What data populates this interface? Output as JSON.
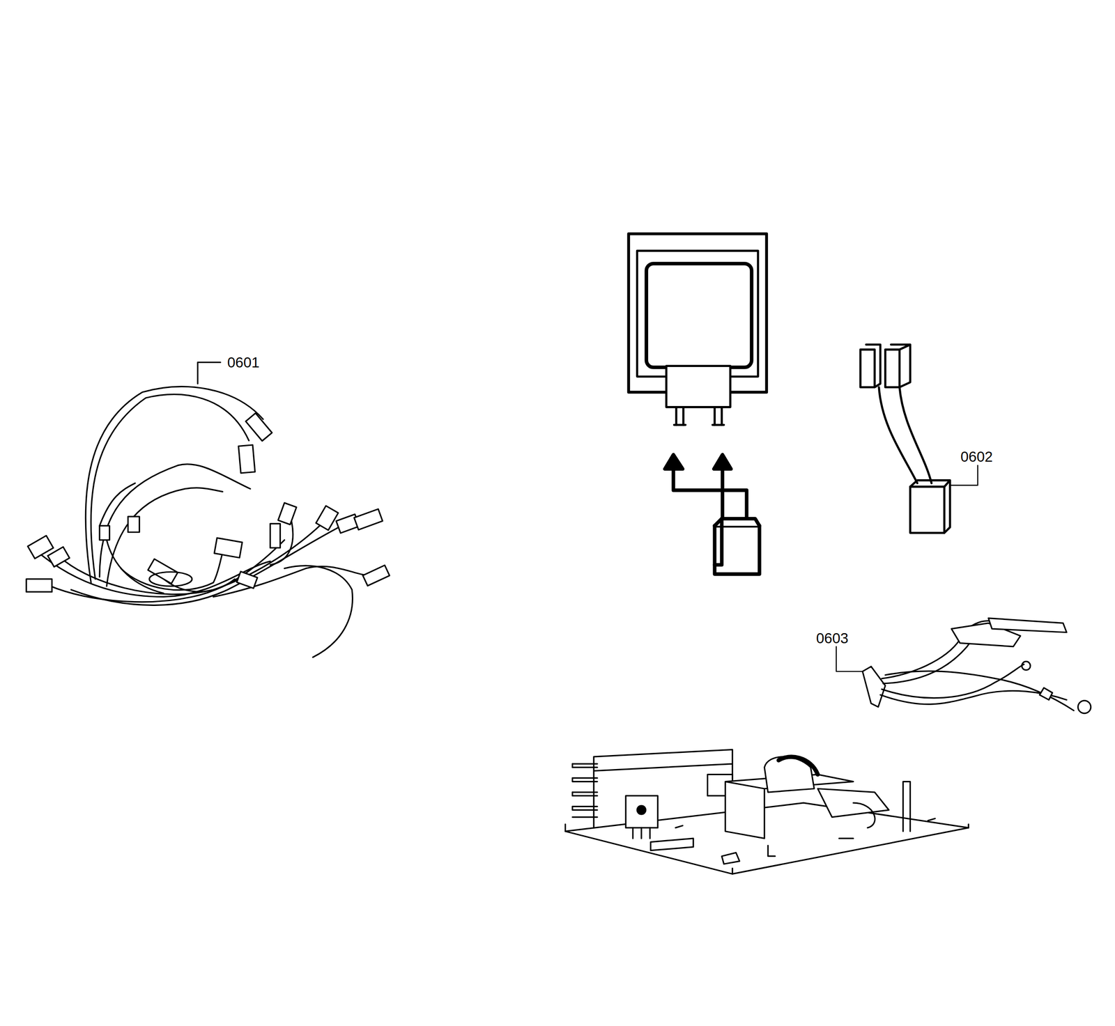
{
  "diagram": {
    "labels": [
      "0601",
      "0602",
      "0603"
    ]
  }
}
